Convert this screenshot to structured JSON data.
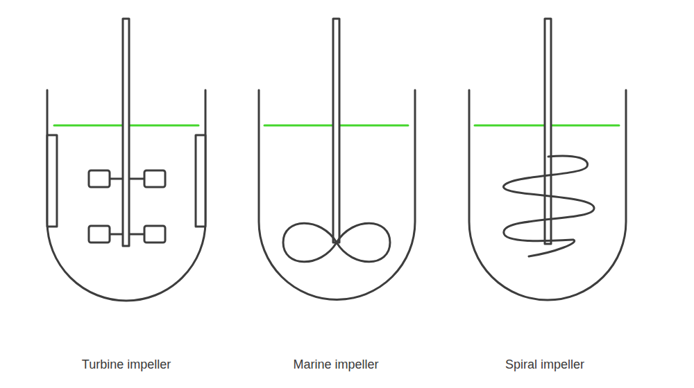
{
  "diagram": {
    "labels": [
      "Turbine impeller",
      "Marine impeller",
      "Spiral impeller"
    ]
  }
}
